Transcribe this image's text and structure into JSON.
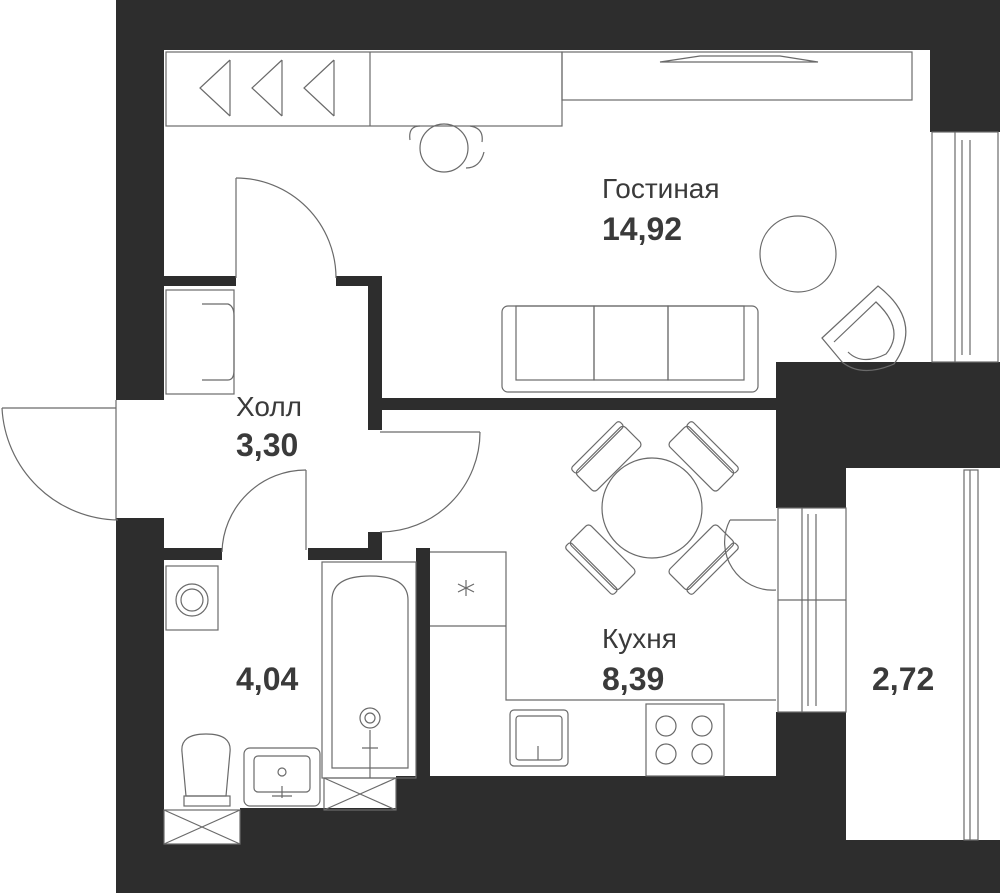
{
  "rooms": {
    "living": {
      "name": "Гостиная",
      "area": "14,92"
    },
    "hall": {
      "name": "Холл",
      "area": "3,30"
    },
    "kitchen": {
      "name": "Кухня",
      "area": "8,39"
    },
    "bathroom": {
      "area": "4,04"
    },
    "balcony": {
      "area": "2,72"
    }
  },
  "colors": {
    "wall": "#2d2d2d",
    "floor": "#ffffff",
    "line": "#4a4a4a",
    "text": "#3a3a3a"
  }
}
